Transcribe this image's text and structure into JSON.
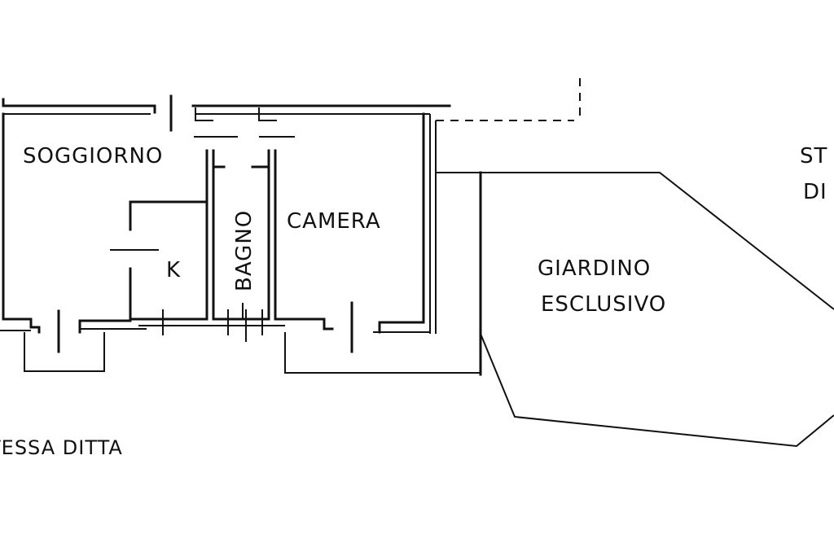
{
  "rooms": {
    "soggiorno": "SOGGIORNO",
    "bagno": "BAGNO",
    "camera": "CAMERA",
    "kitchen": "K",
    "garden_line1": "GIARDINO",
    "garden_line2": "ESCLUSIVO"
  },
  "adjacent": {
    "right_line1": "ST",
    "right_line2": "DI",
    "bottom_left": "TESSA DITTA"
  },
  "colors": {
    "ink": "#111111",
    "paper": "#ffffff"
  }
}
